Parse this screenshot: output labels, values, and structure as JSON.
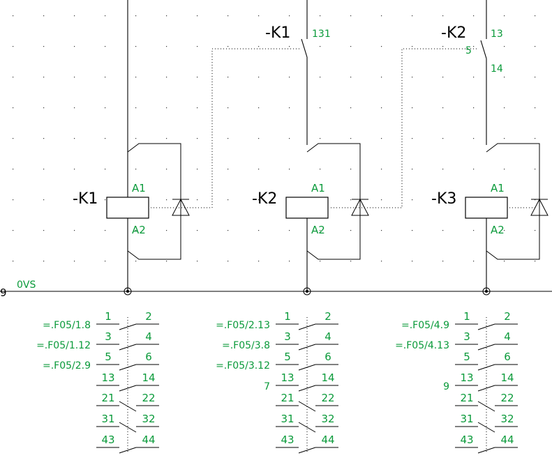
{
  "colors": {
    "wire": "#000000",
    "label": "#0a9a3a",
    "background": "#ffffff"
  },
  "rail": {
    "number": "9",
    "name": "0VS"
  },
  "contacts_top": [
    {
      "tag": "-K1",
      "terminal_a": "131",
      "terminal_b": ""
    },
    {
      "tag": "-K2",
      "terminal_a": "13",
      "terminal_b": "14",
      "ref": "5"
    }
  ],
  "relays": [
    {
      "tag": "-K1",
      "a1": "A1",
      "a2": "A2",
      "row_numbers": [
        [
          "1",
          "2"
        ],
        [
          "3",
          "4"
        ],
        [
          "5",
          "6"
        ],
        [
          "13",
          "14"
        ],
        [
          "21",
          "22"
        ],
        [
          "31",
          "32"
        ],
        [
          "43",
          "44"
        ]
      ],
      "refs": [
        "=.F05/1.8",
        "=.F05/1.12",
        "=.F05/2.9"
      ],
      "side_number": ""
    },
    {
      "tag": "-K2",
      "a1": "A1",
      "a2": "A2",
      "row_numbers": [
        [
          "1",
          "2"
        ],
        [
          "3",
          "4"
        ],
        [
          "5",
          "6"
        ],
        [
          "13",
          "14"
        ],
        [
          "21",
          "22"
        ],
        [
          "31",
          "32"
        ],
        [
          "43",
          "44"
        ]
      ],
      "refs": [
        "=.F05/2.13",
        "=.F05/3.8",
        "=.F05/3.12"
      ],
      "side_number": "7"
    },
    {
      "tag": "-K3",
      "a1": "A1",
      "a2": "A2",
      "row_numbers": [
        [
          "1",
          "2"
        ],
        [
          "3",
          "4"
        ],
        [
          "5",
          "6"
        ],
        [
          "13",
          "14"
        ],
        [
          "21",
          "22"
        ],
        [
          "31",
          "32"
        ],
        [
          "43",
          "44"
        ]
      ],
      "refs": [
        "=.F05/4.9",
        "=.F05/4.13"
      ],
      "side_number": "9"
    }
  ]
}
